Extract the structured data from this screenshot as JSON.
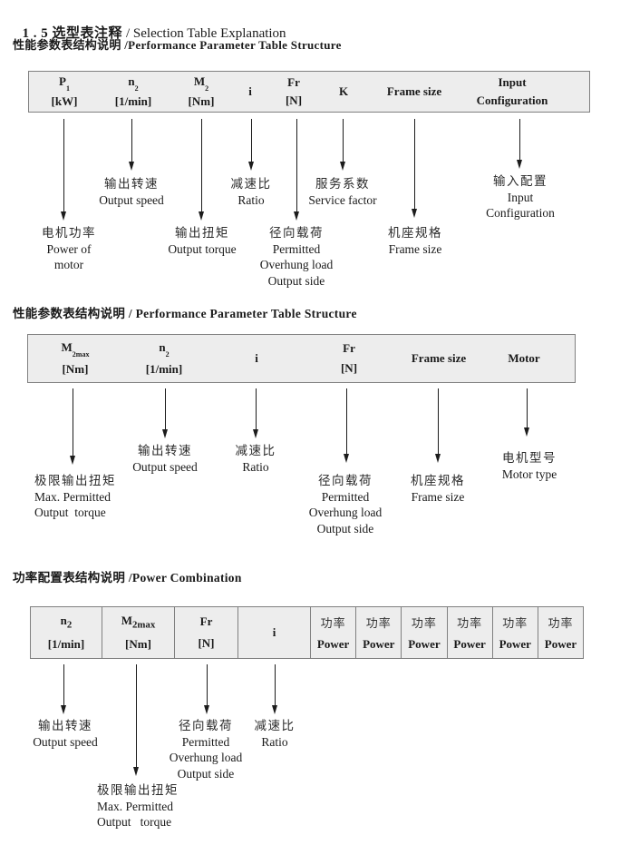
{
  "title": {
    "zh": "1 . 5 选型表注释",
    "en": "/ Selection Table Explanation"
  },
  "colors": {
    "table_bg": "#ededed",
    "table_border": "#808080",
    "arrow": "#1c1c1c",
    "text": "#1a1a1a"
  },
  "sections": [
    {
      "heading": "性能参数表结构说明 /Performance Parameter Table Structure",
      "cols": [
        {
          "sym": "P",
          "sub": "1",
          "unit": "[kW]"
        },
        {
          "sym": "n",
          "sub": "2",
          "unit": "[1/min]"
        },
        {
          "sym": "M",
          "sub": "2",
          "unit": "[Nm]"
        },
        {
          "sym": "i"
        },
        {
          "sym": "Fr",
          "unit": "[N]"
        },
        {
          "sym": "K"
        },
        {
          "sym": "Frame size"
        },
        {
          "sym": "Input",
          "unit": "Configuration"
        }
      ],
      "notes": {
        "power_of_motor": {
          "zh": "电机功率",
          "en1": "Power of",
          "en2": "motor"
        },
        "output_speed": {
          "zh": "输出转速",
          "en1": "Output speed"
        },
        "output_torque": {
          "zh": "输出扭矩",
          "en1": "Output torque"
        },
        "ratio": {
          "zh": "减速比",
          "en1": "Ratio"
        },
        "overhung": {
          "zh": "径向载荷",
          "en1": "Permitted",
          "en2": "Overhung load",
          "en3": "Output side"
        },
        "service_factor": {
          "zh": "服务系数",
          "en1": "Service factor"
        },
        "frame_size": {
          "zh": "机座规格",
          "en1": "Frame size"
        },
        "input_config": {
          "zh": "输入配置",
          "en1": "Input",
          "en2": "Configuration"
        }
      }
    },
    {
      "heading": "性能参数表结构说明 / Performance Parameter Table Structure",
      "cols": [
        {
          "sym": "M",
          "sub": "2max",
          "unit": "[Nm]"
        },
        {
          "sym": "n",
          "sub": "2",
          "unit": "[1/min]"
        },
        {
          "sym": "i"
        },
        {
          "sym": "Fr",
          "unit": "[N]"
        },
        {
          "sym": "Frame size"
        },
        {
          "sym": "Motor"
        }
      ],
      "notes": {
        "m2max": {
          "zh": "极限输出扭矩",
          "en1": "Max. Permitted",
          "en2": "Output  torque"
        },
        "output_speed": {
          "zh": "输出转速",
          "en1": "Output speed"
        },
        "ratio": {
          "zh": "减速比",
          "en1": "Ratio"
        },
        "overhung": {
          "zh": "径向载荷",
          "en1": "Permitted",
          "en2": "Overhung load",
          "en3": "Output side"
        },
        "frame_size": {
          "zh": "机座规格",
          "en1": "Frame size"
        },
        "motor_type": {
          "zh": "电机型号",
          "en1": "Motor type"
        }
      }
    },
    {
      "heading": "功率配置表结构说明 /Power Combination",
      "cols": [
        {
          "sym": "n",
          "sub": "2",
          "unit": "[1/min]"
        },
        {
          "sym": "M",
          "sub": "2max",
          "unit": "[Nm]"
        },
        {
          "sym": "Fr",
          "unit": "[N]"
        },
        {
          "sym": "i"
        }
      ],
      "power_col": {
        "zh": "功率",
        "en": "Power"
      },
      "power_col_count": "6",
      "notes": {
        "output_speed": {
          "zh": "输出转速",
          "en1": "Output speed"
        },
        "m2max": {
          "zh": "极限输出扭矩",
          "en1": "Max. Permitted",
          "en2": "Output   torque"
        },
        "overhung": {
          "zh": "径向载荷",
          "en1": "Permitted",
          "en2": "Overhung load",
          "en3": "Output side"
        },
        "ratio": {
          "zh": "减速比",
          "en1": "Ratio"
        }
      }
    }
  ]
}
